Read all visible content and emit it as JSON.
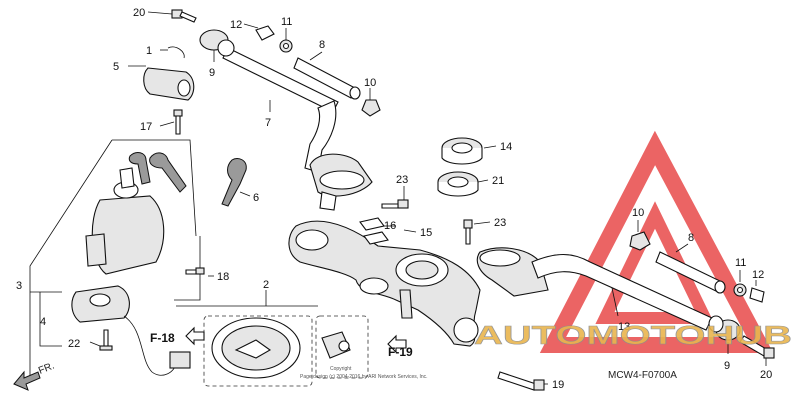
{
  "diagram": {
    "code": "MCW4-F0700A",
    "copyright": "Copyright",
    "copyright_line": "Page design (c) 2004-2016 by ARI Network Services, Inc.",
    "refs": {
      "f18": "F-18",
      "f19": "F-19",
      "fr": "FR."
    },
    "labels": {
      "l20a": "20",
      "l12a": "12",
      "l11a": "11",
      "l8a": "8",
      "l1": "1",
      "l5": "5",
      "l9a": "9",
      "l10a": "10",
      "l7": "7",
      "l17": "17",
      "l14": "14",
      "l6": "6",
      "l23a": "23",
      "l21": "21",
      "l16": "16",
      "l15": "15",
      "l23b": "23",
      "l3": "3",
      "l18": "18",
      "l4": "4",
      "l2": "2",
      "l22": "22",
      "l13": "13",
      "l10b": "10",
      "l8b": "8",
      "l11b": "11",
      "l12b": "12",
      "l9b": "9",
      "l19": "19",
      "l20b": "20"
    }
  },
  "watermark": {
    "text": "AUTOMOTOHUB",
    "color_red": "#e8494a",
    "color_gold": "#e9b54e",
    "color_gray": "#8e8e8e"
  }
}
